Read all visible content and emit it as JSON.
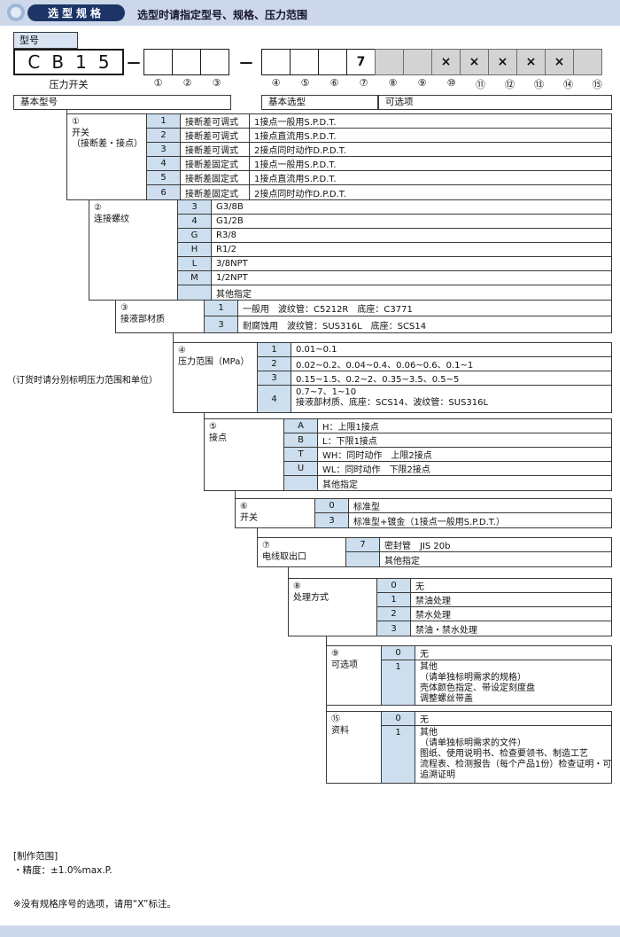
{
  "colors": {
    "accent_navy": "#1c3566",
    "band_blue": "#ccd7ea",
    "cell_blue": "#cddfee",
    "box_gray": "#d3d3d3"
  },
  "header": {
    "badge": "选型规格",
    "subtitle": "选型时请指定型号、规格、压力范围"
  },
  "model": {
    "label": "型号",
    "prefix": "CB15",
    "series_note": "压力开关",
    "dash1": "—",
    "dash2": "—",
    "left_boxes": [
      {
        "num": "①",
        "value": ""
      },
      {
        "num": "②",
        "value": ""
      },
      {
        "num": "③",
        "value": ""
      }
    ],
    "right_boxes": [
      {
        "num": "④",
        "value": ""
      },
      {
        "num": "⑤",
        "value": ""
      },
      {
        "num": "⑥",
        "value": ""
      },
      {
        "num": "⑦",
        "value": "7"
      },
      {
        "num": "⑧",
        "value": "",
        "gray": true
      },
      {
        "num": "⑨",
        "value": "",
        "gray": true
      },
      {
        "num": "⑩",
        "value": "×",
        "gray": true
      },
      {
        "num": "⑪",
        "value": "×",
        "gray": true
      },
      {
        "num": "⑫",
        "value": "×",
        "gray": true
      },
      {
        "num": "⑬",
        "value": "×",
        "gray": true
      },
      {
        "num": "⑭",
        "value": "×",
        "gray": true
      },
      {
        "num": "⑮",
        "value": "",
        "gray": true
      }
    ]
  },
  "section_headers": {
    "basic_model": "基本型号",
    "basic_selection": "基本选型",
    "options": "可选项"
  },
  "order_note": "（订货时请分别标明压力范围和单位）",
  "blocks": {
    "b1": {
      "label": [
        "①",
        "开关",
        "（接断差・接点）"
      ],
      "rows": [
        {
          "code": "1",
          "c1": "接断差可调式",
          "c2": "1接点一般用S.P.D.T."
        },
        {
          "code": "2",
          "c1": "接断差可调式",
          "c2": "1接点直流用S.P.D.T."
        },
        {
          "code": "3",
          "c1": "接断差可调式",
          "c2": "2接点同时动作D.P.D.T."
        },
        {
          "code": "4",
          "c1": "接断差固定式",
          "c2": "1接点一般用S.P.D.T."
        },
        {
          "code": "5",
          "c1": "接断差固定式",
          "c2": "1接点直流用S.P.D.T."
        },
        {
          "code": "6",
          "c1": "接断差固定式",
          "c2": "2接点同时动作D.P.D.T."
        }
      ]
    },
    "b2": {
      "label": [
        "②",
        "连接螺纹"
      ],
      "rows": [
        {
          "code": "3",
          "text": "G3/8B"
        },
        {
          "code": "4",
          "text": "G1/2B"
        },
        {
          "code": "G",
          "text": "R3/8"
        },
        {
          "code": "H",
          "text": "R1/2"
        },
        {
          "code": "L",
          "text": "3/8NPT"
        },
        {
          "code": "M",
          "text": "1/2NPT"
        },
        {
          "code": "",
          "text": "其他指定"
        }
      ]
    },
    "b3": {
      "label": [
        "③",
        "接液部材质"
      ],
      "rows": [
        {
          "code": "1",
          "text": "一般用　波纹管：C5212R　底座：C3771"
        },
        {
          "code": "3",
          "text": "耐腐蚀用　波纹管：SUS316L　底座：SCS14"
        }
      ]
    },
    "b4": {
      "label": [
        "④",
        "压力范围（MPa）"
      ],
      "rows": [
        {
          "code": "1",
          "text": "0.01~0.1"
        },
        {
          "code": "2",
          "text": "0.02~0.2、0.04~0.4、0.06~0.6、0.1~1"
        },
        {
          "code": "3",
          "text": "0.15~1.5、0.2~2、0.35~3.5、0.5~5"
        },
        {
          "code": "4",
          "line1": "0.7~7、1~10",
          "line2": "接液部材质、底座：SCS14、波纹管：SUS316L"
        }
      ]
    },
    "b5": {
      "label": [
        "⑤",
        "接点"
      ],
      "rows": [
        {
          "code": "A",
          "text": "H：上限1接点"
        },
        {
          "code": "B",
          "text": "L：下限1接点"
        },
        {
          "code": "T",
          "text": "WH：同时动作　上限2接点"
        },
        {
          "code": "U",
          "text": "WL：同时动作　下限2接点"
        },
        {
          "code": "",
          "text": "其他指定"
        }
      ]
    },
    "b6": {
      "label": [
        "⑥",
        "开关"
      ],
      "rows": [
        {
          "code": "0",
          "text": "标准型"
        },
        {
          "code": "3",
          "text": "标准型+镀金（1接点一般用S.P.D.T.）"
        }
      ]
    },
    "b7": {
      "label": [
        "⑦",
        "电线取出口"
      ],
      "rows": [
        {
          "code": "7",
          "text": "密封管　JIS 20b"
        },
        {
          "code": "",
          "text": "其他指定"
        }
      ]
    },
    "b8": {
      "label": [
        "⑧",
        "处理方式"
      ],
      "rows": [
        {
          "code": "0",
          "text": "无"
        },
        {
          "code": "1",
          "text": "禁油处理"
        },
        {
          "code": "2",
          "text": "禁水处理"
        },
        {
          "code": "3",
          "text": "禁油・禁水处理"
        }
      ]
    },
    "b9": {
      "label": [
        "⑨",
        "可选项"
      ],
      "rows": [
        {
          "code": "0",
          "text": "无"
        },
        {
          "code": "1",
          "lines": [
            "其他",
            "（请单独标明需求的规格）",
            "壳体颜色指定、带设定刻度盘",
            "调整螺丝带盖"
          ]
        }
      ]
    },
    "b15": {
      "label": [
        "⑮",
        "资料"
      ],
      "rows": [
        {
          "code": "0",
          "text": "无"
        },
        {
          "code": "1",
          "lines": [
            "其他",
            "（请单独标明需求的文件）",
            "图纸、使用说明书、检查要领书、制造工艺",
            "流程表、检测报告（每个产品1份）检查证明・可",
            "追溯证明"
          ]
        }
      ]
    }
  },
  "footer": {
    "range_title": "[制作范围]",
    "accuracy": "・精度：±1.0%max.P.",
    "note": "※没有规格序号的选项，请用“X”标注。"
  }
}
